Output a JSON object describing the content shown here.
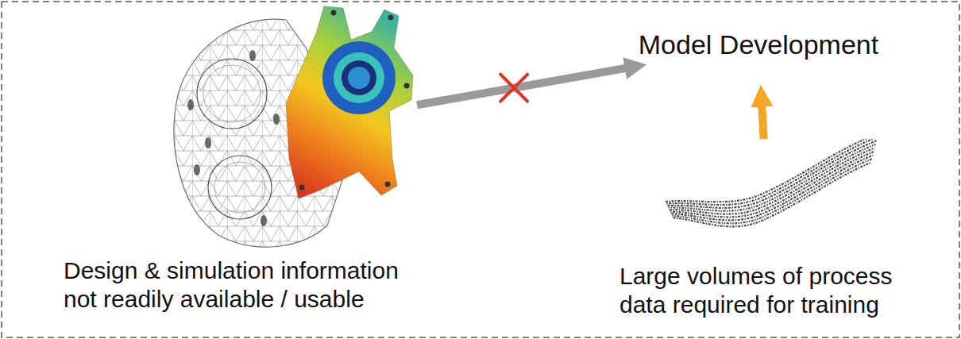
{
  "diagram": {
    "nodes": [
      {
        "text": [
          "Design & simulation information not readily available / usable"
        ]
      },
      {
        "text": [
          "Model Development"
        ]
      },
      {
        "text": [
          "Large volumes of process data required for training"
        ]
      }
    ],
    "edges": [
      {
        "from": 0,
        "to": 1,
        "arrow": "to"
      },
      {
        "from": 2,
        "to": 1,
        "arrow": "to"
      }
    ]
  }
}
